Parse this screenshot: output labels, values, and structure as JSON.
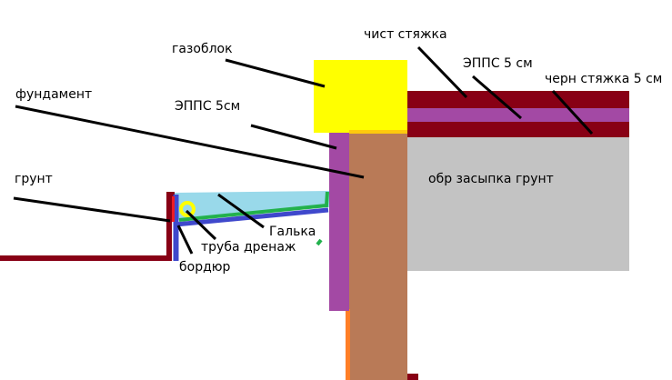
{
  "labels": {
    "gazoblok": "газоблок",
    "chist_styazhka": "чист стяжка",
    "epps_5_sm": "ЭППС 5 см",
    "chern_styazhka": "черн стяжка 5 см",
    "fundament": "фундамент",
    "epps_5sm": "ЭППС 5см",
    "obr_zasypka": "обр засыпка грунт",
    "grunt": "грунт",
    "galka": "Галька",
    "truba_drenazh": "труба дренаж",
    "bordyur": "бордюр"
  },
  "colors": {
    "gas_block": "#ffff00",
    "screed": "#880015",
    "insulation": "#a349a4",
    "foundation": "#b97a57",
    "backfill": "#c3c3c3",
    "gravel": "#99d9ea",
    "membrane": "#22b14c",
    "curb": "#3f48cc",
    "leader": "#000000"
  }
}
